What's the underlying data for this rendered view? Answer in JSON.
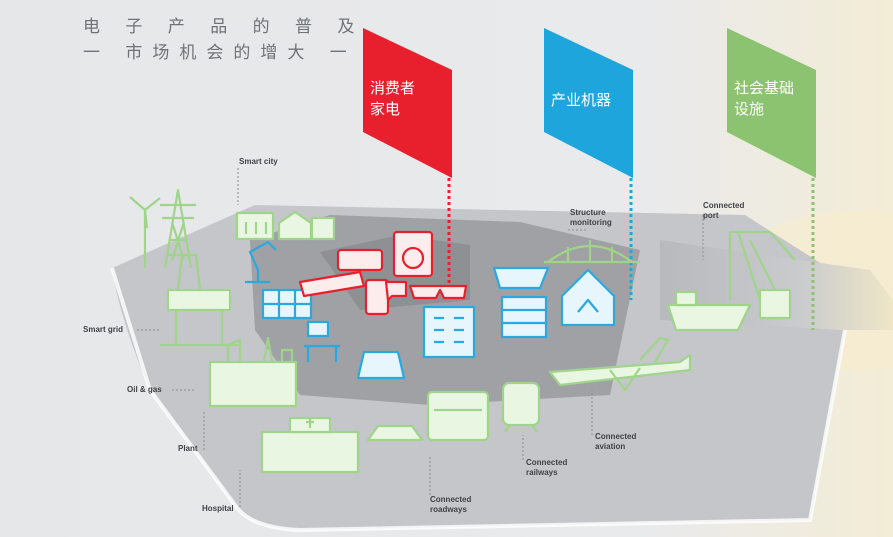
{
  "heading": {
    "line1": "电 子 产 品 的 普 及",
    "line2": "一 市场机会的增大 一"
  },
  "flags": [
    {
      "label_line1": "消费者",
      "label_line2": "家电",
      "color": "#e8202e"
    },
    {
      "label_line1": "产业机器",
      "label_line2": "",
      "color": "#1ea6dc"
    },
    {
      "label_line1": "社会基础",
      "label_line2": "设施",
      "color": "#8cc370"
    }
  ],
  "labels": {
    "smart_city": "Smart city",
    "smart_grid": "Smart grid",
    "oil_gas": "Oil & gas",
    "plant": "Plant",
    "hospital": "Hospital",
    "roadways_1": "Connected",
    "roadways_2": "roadways",
    "railways_1": "Connected",
    "railways_2": "railways",
    "aviation_1": "Connected",
    "aviation_2": "aviation",
    "port_1": "Connected",
    "port_2": "port",
    "structure_1": "Structure",
    "structure_2": "monitoring"
  },
  "colors": {
    "consumer": "#e8202e",
    "industrial": "#1ea6dc",
    "infrastructure": "#8cc370",
    "platform_outer": "#bfc1c4",
    "platform_inner": "#9a9ca0"
  }
}
